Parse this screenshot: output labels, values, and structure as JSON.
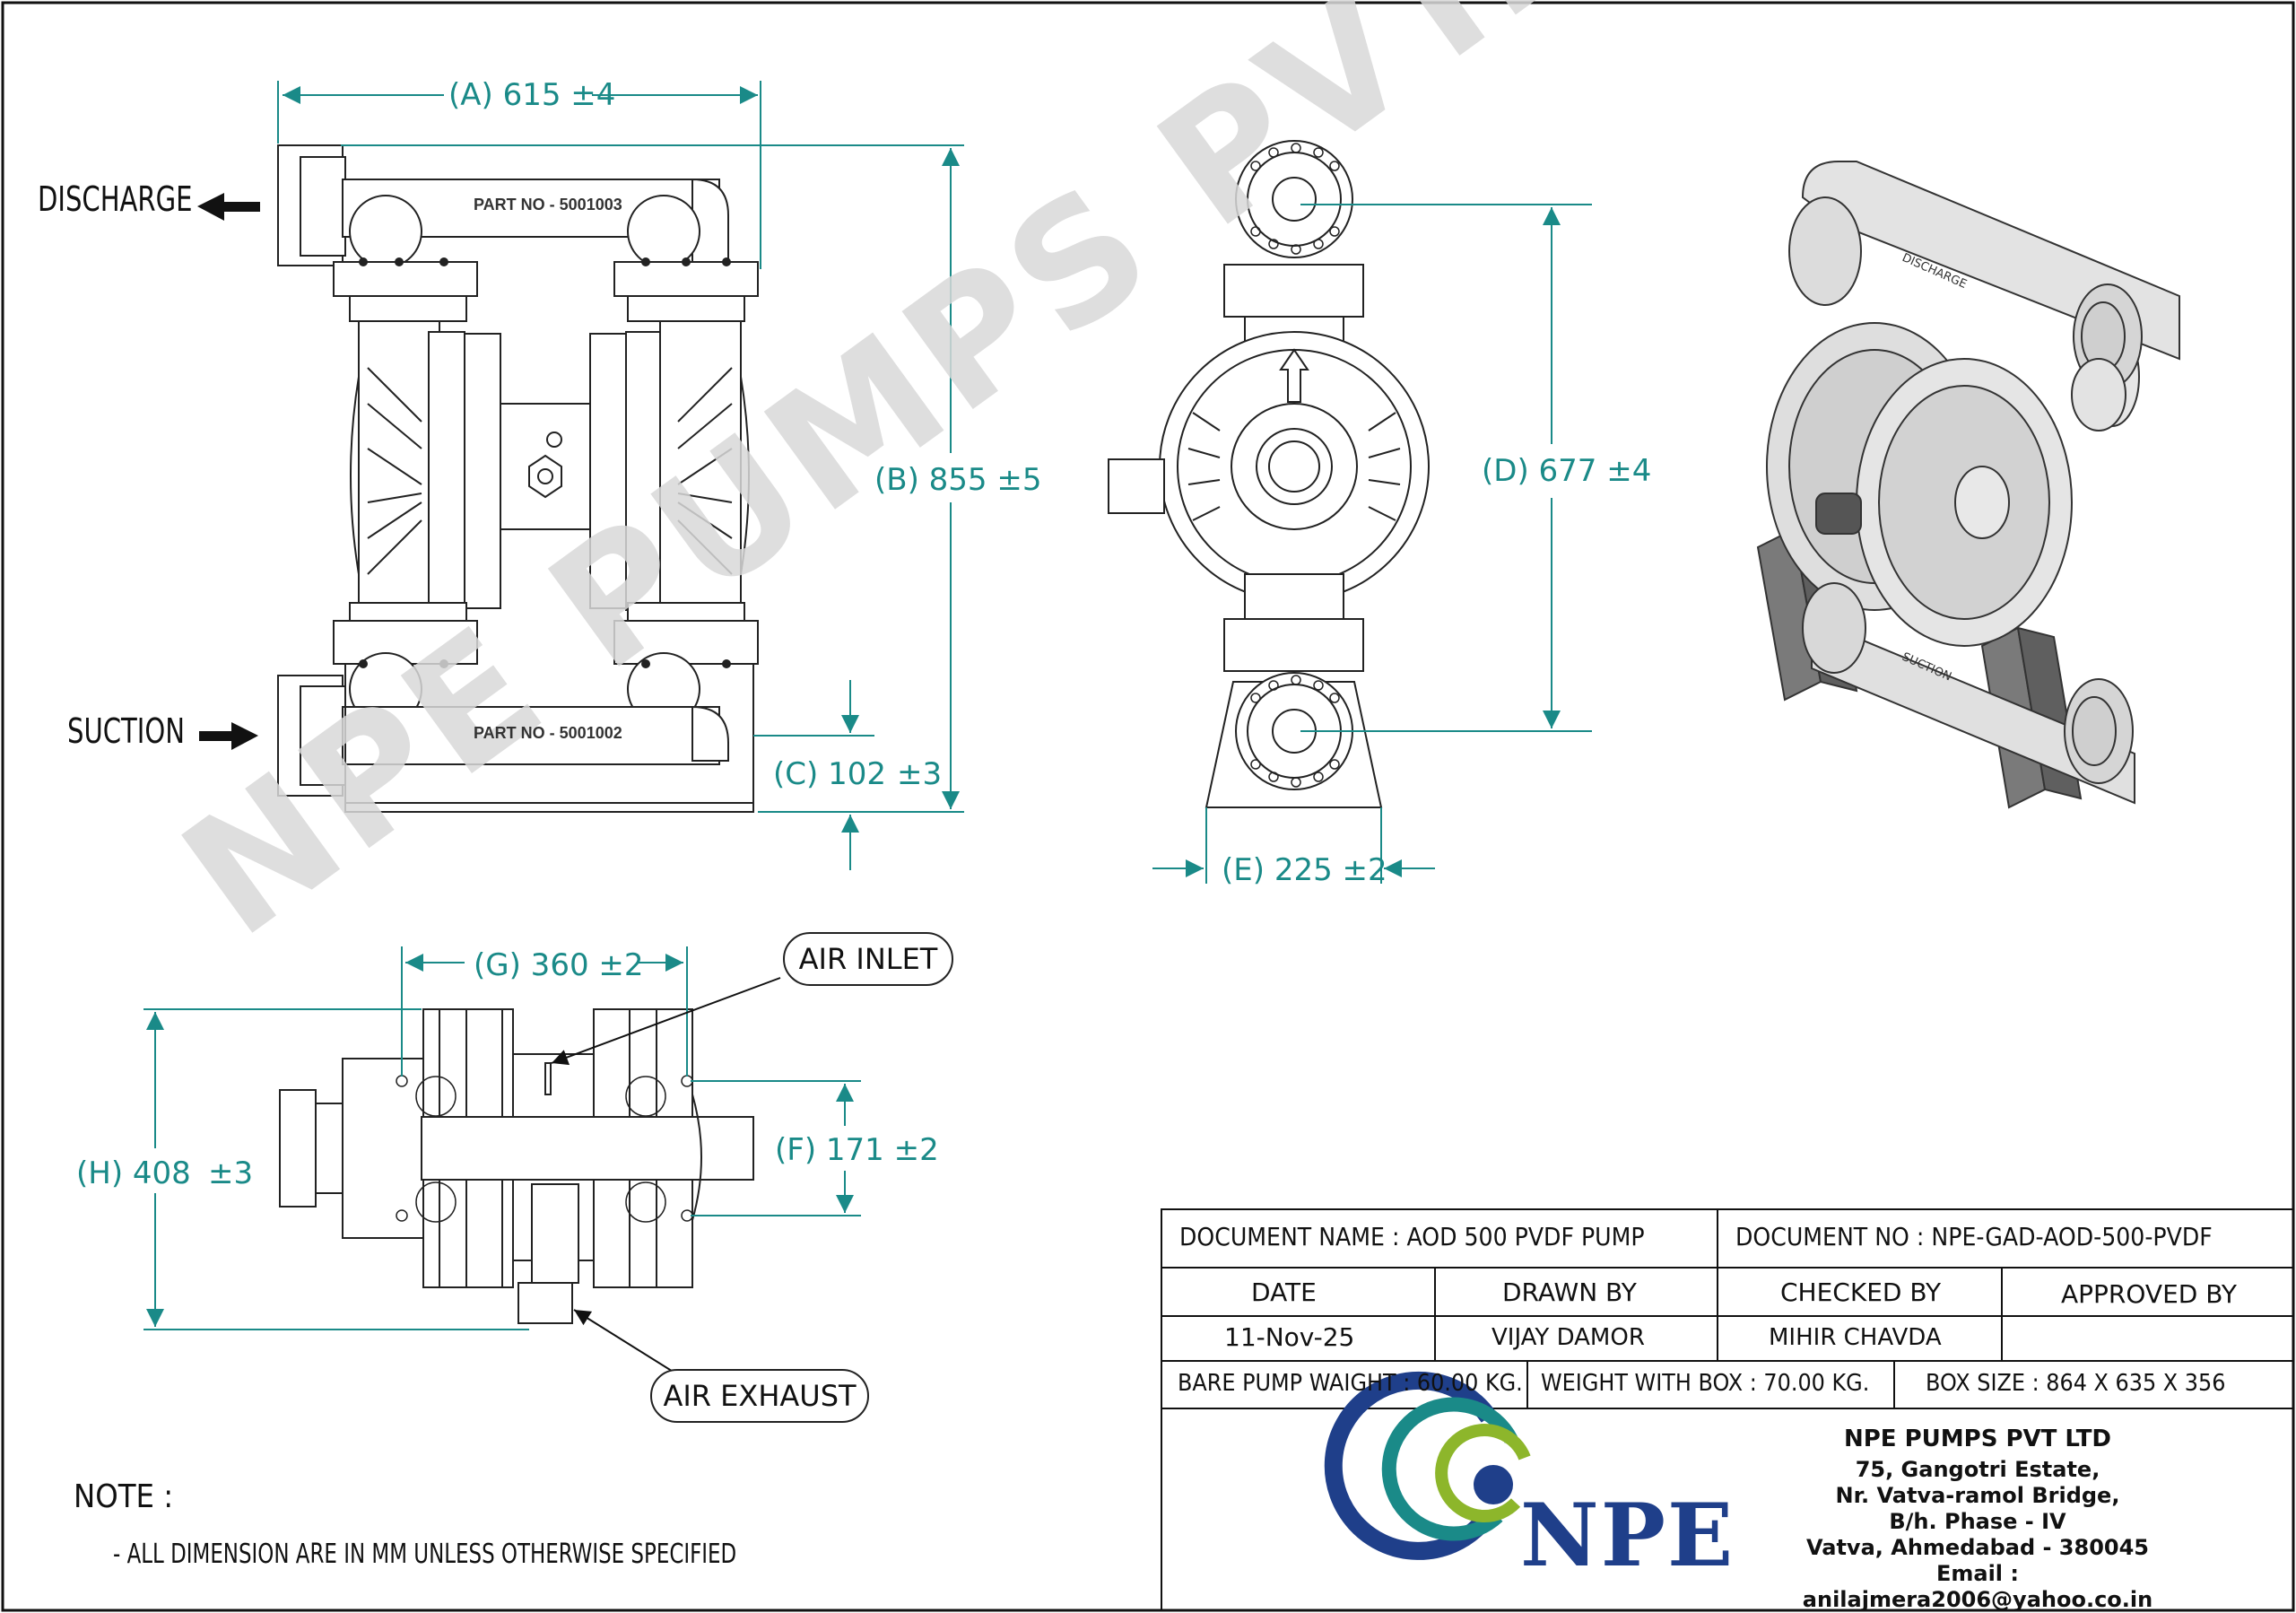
{
  "labels": {
    "discharge": "DISCHARGE",
    "suction": "SUCTION",
    "air_inlet": "AIR INLET",
    "air_exhaust": "AIR EXHAUST",
    "part_no_top": "PART NO - 5001003",
    "part_no_bottom": "PART NO - 5001002"
  },
  "dimensions": {
    "a": "(A)  615 ±4",
    "b": "(B)  855 ±5",
    "c_value": "(C) 102",
    "c_tol": "±3",
    "d": "(D)  677 ±4",
    "e": "(E)  225 ±2",
    "g": "(G)  360 ±2",
    "f": "(F)  171 ±2",
    "h_value": "(H) 408",
    "h_tol": "±3"
  },
  "watermark": "NPE PUMPS PVT. LTD.",
  "note": {
    "title": "NOTE :",
    "line1": "- ALL DIMENSION ARE IN MM UNLESS OTHERWISE SPECIFIED"
  },
  "title_block": {
    "document_name": "DOCUMENT NAME : AOD 500 PVDF PUMP",
    "document_no": "DOCUMENT NO :  NPE-GAD-AOD-500-PVDF",
    "headers": {
      "date": "DATE",
      "drawn_by": "DRAWN BY",
      "checked_by": "CHECKED BY",
      "approved_by": "APPROVED BY"
    },
    "values": {
      "date": "11-Nov-25",
      "drawn_by": "VIJAY DAMOR",
      "checked_by": "MIHIR CHAVDA",
      "approved_by": ""
    },
    "bare_pump_weight": "BARE PUMP WAIGHT : 60.00 KG.",
    "weight_with_box": "WEIGHT WITH BOX : 70.00 KG.",
    "box_size": "BOX SIZE : 864 X 635 X 356"
  },
  "company": {
    "logo_text": "NPE",
    "name": "NPE PUMPS PVT LTD",
    "address_1": "75, Gangotri Estate,",
    "address_2": "Nr. Vatva-ramol Bridge,",
    "address_3": "B/h. Phase - IV",
    "address_4": "Vatva, Ahmedabad - 380045",
    "email": "Email : anilajmera2006@yahoo.co.in"
  },
  "colors": {
    "dimension_teal": "#1a8a88",
    "logo_blue": "#1f3f8a",
    "logo_green": "#8db62b",
    "logo_teal": "#1a8a88",
    "watermark_gray": "#d9d9d9"
  }
}
